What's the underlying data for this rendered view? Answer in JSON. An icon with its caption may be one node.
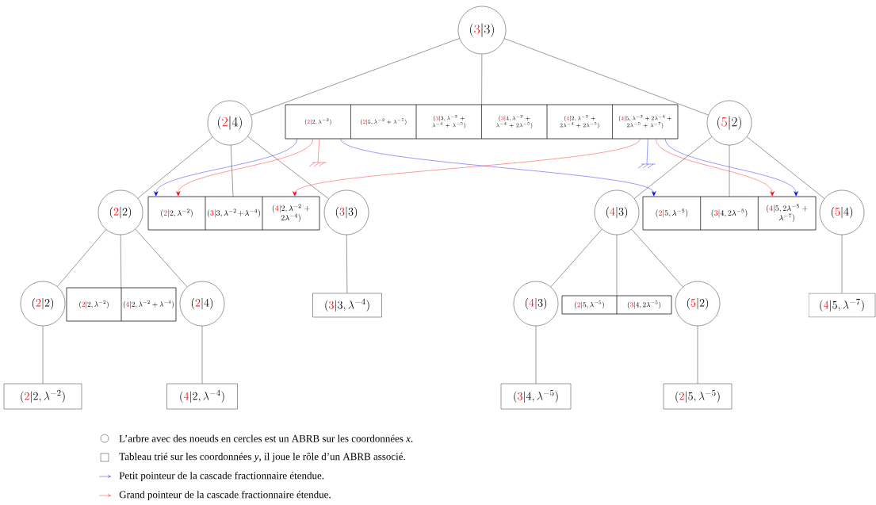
{
  "diagram": {
    "nodes": [
      {
        "text": [
          "(\\textcolor{red}{3}|3)"
        ]
      },
      {
        "text": [
          "(\\textcolor{red}{2}|4)"
        ]
      },
      {
        "text": [],
        "shape": "box"
      },
      {
        "text": [
          "(\\textcolor{red}{2}|2, \\lambda^{-2})"
        ],
        "in": 2
      },
      {
        "text": [
          "(\\textcolor{red}{2}|5, \\lambda^{-2}+\\lambda^{-5})"
        ],
        "in": 2
      },
      {
        "text": [
          "(\\textcolor{red}{3}|3, \\lambda^{-2}+ \\lambda^{-4}+\\lambda^{-5})"
        ],
        "in": 2
      },
      {
        "text": [
          "(\\textcolor{red}{3}|4, \\lambda^{-2}+ \\lambda^{-4}+2\\lambda^{-5})"
        ],
        "in": 2
      },
      {
        "text": [
          "(\\textcolor{red}{4}|2, \\lambda^{-2}+ 2\\lambda^{-4}+2\\lambda^{-5})"
        ],
        "in": 2
      },
      {
        "text": [
          "(\\textcolor{red}{4}|5, \\lambda^{-2}+ 2\\lambda^{-4}+ 2\\lambda^{-5}+\\lambda^{-7})"
        ],
        "in": 2
      },
      {
        "text": [
          "(\\textcolor{red}{5}|2)"
        ]
      },
      {
        "text": [
          "(\\textcolor{red}{2}|2)"
        ]
      },
      {
        "text": [],
        "shape": "box"
      },
      {
        "text": [
          "(\\textcolor{red}{2}|2, \\lambda^{-2})"
        ],
        "in": 11
      },
      {
        "text": [
          "(\\textcolor{red}{3}|3, \\lambda^{-2}+ \\lambda^{-4})"
        ],
        "in": 11
      },
      {
        "text": [
          "(\\textcolor{red}{4}|2, \\lambda^{-2}+ 2\\lambda^{-4})"
        ],
        "in": 11
      },
      {
        "text": [
          "(\\textcolor{red}{3}|3)"
        ]
      },
      {
        "text": [
          "(\\textcolor{red}{4}|3)"
        ]
      },
      {
        "text": [],
        "shape": "box"
      },
      {
        "text": [
          "(\\textcolor{red}{2}|5, \\lambda^{-5})"
        ],
        "in": 17
      },
      {
        "text": [
          "(\\textcolor{red}{3}|4, 2\\lambda^{-5})"
        ],
        "in": 17
      },
      {
        "text": [
          "(\\textcolor{red}{4}|5, 2\\lambda^{-5}+ \\lambda^{-7})"
        ],
        "in": 17
      },
      {
        "text": [
          "(\\textcolor{red}{5}|4)"
        ]
      },
      {
        "text": [
          "(\\textcolor{red}{2}|2)"
        ]
      },
      {
        "text": [],
        "shape": "box"
      },
      {
        "text": [
          "(\\textcolor{red}{2}|2, \\lambda^{-2})"
        ],
        "in": 23
      },
      {
        "text": [
          "(\\textcolor{red}{4}|2, \\lambda^{-2}+ \\lambda^{-4})"
        ],
        "in": 23
      },
      {
        "text": [
          "(\\textcolor{red}{2}|4)"
        ]
      },
      {
        "text": [
          "(\\textcolor{red}{3}|3, \\lambda^{-4})"
        ]
      },
      {
        "text": [
          "(\\textcolor{red}{4}|3)"
        ]
      },
      {
        "text": [],
        "shape": "box"
      },
      {
        "text": [
          "(\\textcolor{red}{2}|5, \\lambda^{-5})"
        ],
        "in": 29
      },
      {
        "text": [
          "(\\textcolor{red}{3}|4, 2\\lambda^{-5})"
        ],
        "in": 29
      },
      {
        "text": [
          "(\\textcolor{red}{5}|2)"
        ]
      },
      {
        "text": [
          "(\\textcolor{red}{4}|5, \\lambda^{-7})"
        ]
      },
      {
        "text": [
          "(\\textcolor{red}{2}|2, \\lambda^{-2})"
        ]
      },
      {
        "text": [
          "(\\textcolor{red}{4}|2, \\lambda^{-4})"
        ]
      },
      {
        "text": [
          "(\\textcolor{red}{3}|4, \\lambda^{-5})"
        ]
      },
      {
        "text": [
          "(\\textcolor{red}{2}|5, \\lambda^{-5})"
        ]
      },
      {
        "text": [],
        "shape": "ground"
      },
      {
        "text": [],
        "shape": "ground"
      }
    ],
    "edges": [
      {
        "from": 0,
        "to": 1,
        "arrow": "none"
      },
      {
        "from": 0,
        "to": 2,
        "arrow": "none"
      },
      {
        "from": 0,
        "to": 9,
        "arrow": "none"
      },
      {
        "from": 1,
        "to": 10,
        "arrow": "none"
      },
      {
        "from": 1,
        "to": 11,
        "arrow": "none"
      },
      {
        "from": 1,
        "to": 15,
        "arrow": "none"
      },
      {
        "from": 9,
        "to": 16,
        "arrow": "none"
      },
      {
        "from": 9,
        "to": 17,
        "arrow": "none"
      },
      {
        "from": 9,
        "to": 21,
        "arrow": "none"
      },
      {
        "from": 10,
        "to": 22,
        "arrow": "none"
      },
      {
        "from": 10,
        "to": 23,
        "arrow": "none"
      },
      {
        "from": 10,
        "to": 26,
        "arrow": "none"
      },
      {
        "from": 15,
        "to": 27,
        "arrow": "none"
      },
      {
        "from": 16,
        "to": 28,
        "arrow": "none"
      },
      {
        "from": 16,
        "to": 29,
        "arrow": "none"
      },
      {
        "from": 16,
        "to": 32,
        "arrow": "none"
      },
      {
        "from": 21,
        "to": 33,
        "arrow": "none"
      },
      {
        "from": 22,
        "to": 34,
        "arrow": "none"
      },
      {
        "from": 26,
        "to": 35,
        "arrow": "none"
      },
      {
        "from": 28,
        "to": 36,
        "arrow": "none"
      },
      {
        "from": 32,
        "to": 37,
        "arrow": "none"
      },
      {
        "from": 3,
        "to": 12,
        "arrow": "to",
        "color": "#0000ff"
      },
      {
        "from": 3,
        "to": 12,
        "arrow": "to",
        "color": "#ff0000"
      },
      {
        "from": 3,
        "to": 38,
        "arrow": "none",
        "color": "#ff0000"
      },
      {
        "from": 3,
        "to": 18,
        "arrow": "to",
        "color": "#0000ff"
      },
      {
        "from": 8,
        "to": 14,
        "arrow": "to",
        "color": "#ff0000"
      },
      {
        "from": 8,
        "to": 39,
        "arrow": "none",
        "color": "#0000ff"
      },
      {
        "from": 8,
        "to": 20,
        "arrow": "to",
        "color": "#ff0000"
      },
      {
        "from": 8,
        "to": 20,
        "arrow": "to",
        "color": "#0000ff"
      }
    ],
    "legend": [
      {
        "text": "L’arbre avec des noeuds en cercles est un ABRB sur les coordonnées *x*."
      },
      {
        "text": "Tableau trié sur les coordonnées *y*, il joue le rôle d’un ABRB associé."
      },
      {
        "text": "Petit pointeur de la cascade fractionnaire étendue."
      },
      {
        "text": "Grand pointeur de la cascade fractionnaire étendue."
      }
    ]
  }
}
